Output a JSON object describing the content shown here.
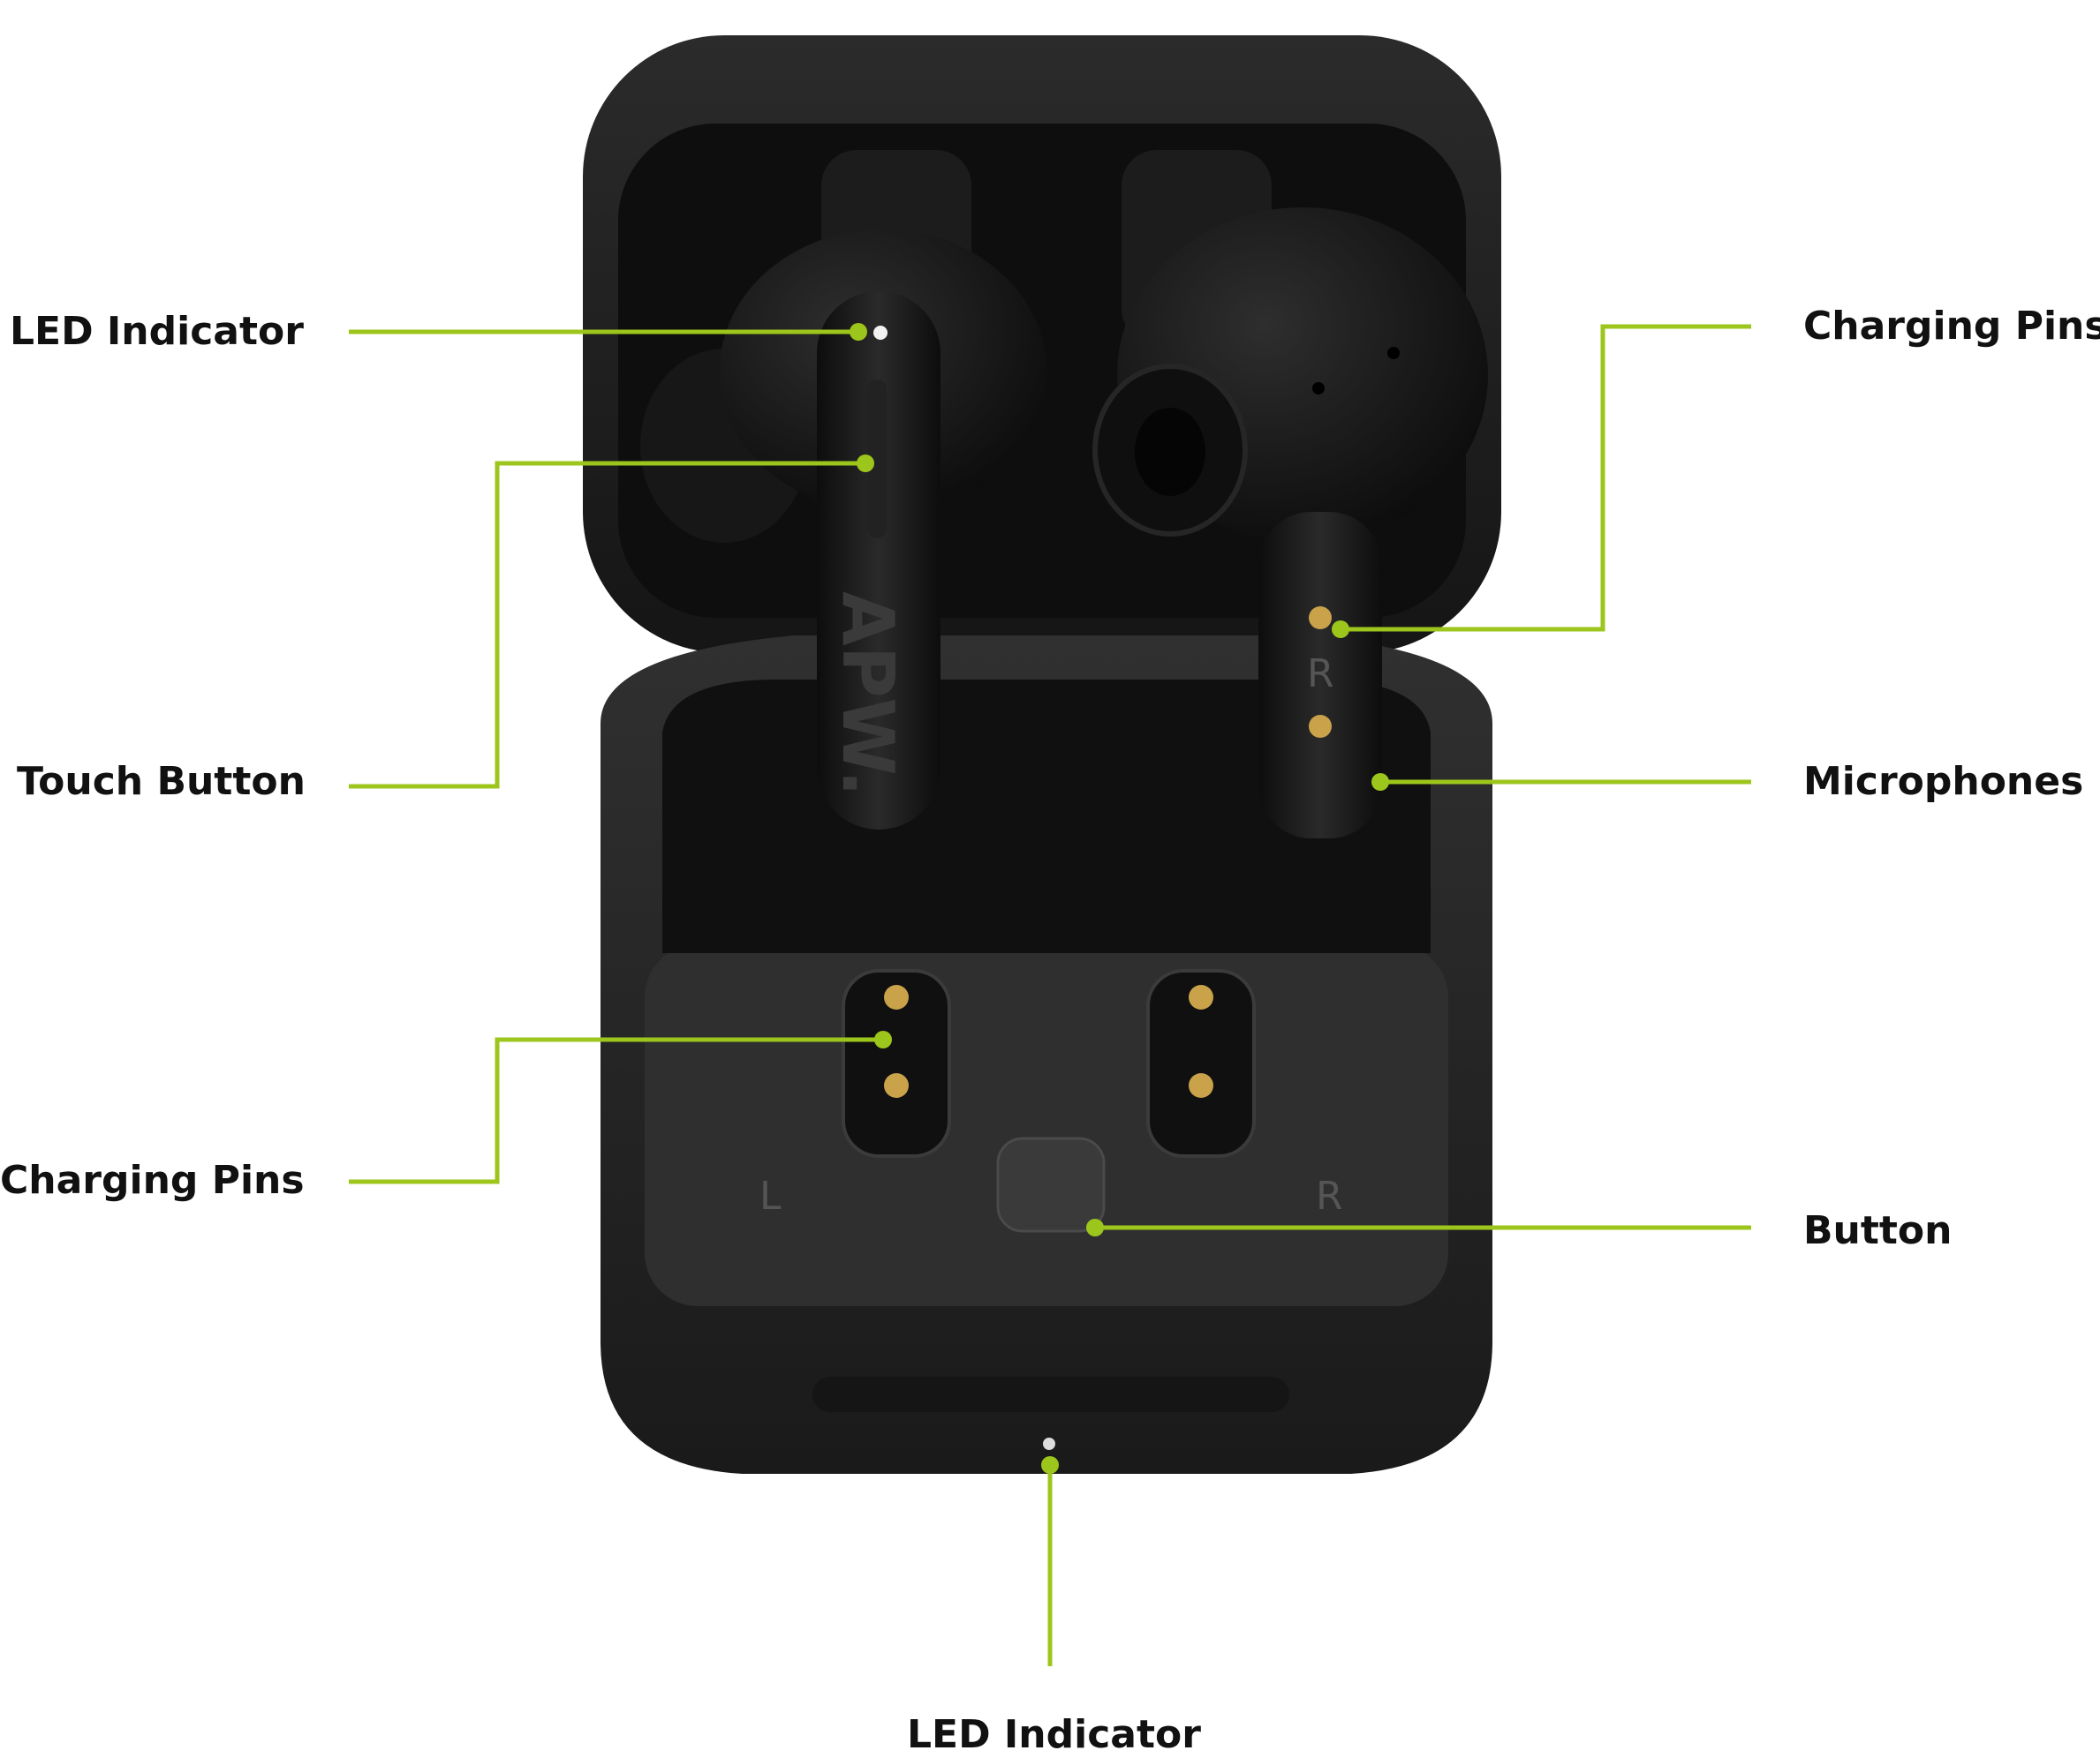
{
  "callouts": {
    "led_indicator_top": "LED Indicator",
    "touch_button": "Touch Button",
    "charging_pins_left": "Charging Pins",
    "charging_pins_right": "Charging Pins",
    "microphones": "Microphones",
    "button": "Button",
    "led_indicator_bottom": "LED Indicator"
  },
  "case_markings": {
    "left": "L",
    "right": "R",
    "earbud_right": "R",
    "brand": "APW."
  },
  "colors": {
    "leader_line": "#9dc61c",
    "case_body": "#1e1e1e",
    "earbud": "#141414",
    "gold_pin": "#c9a24a"
  }
}
